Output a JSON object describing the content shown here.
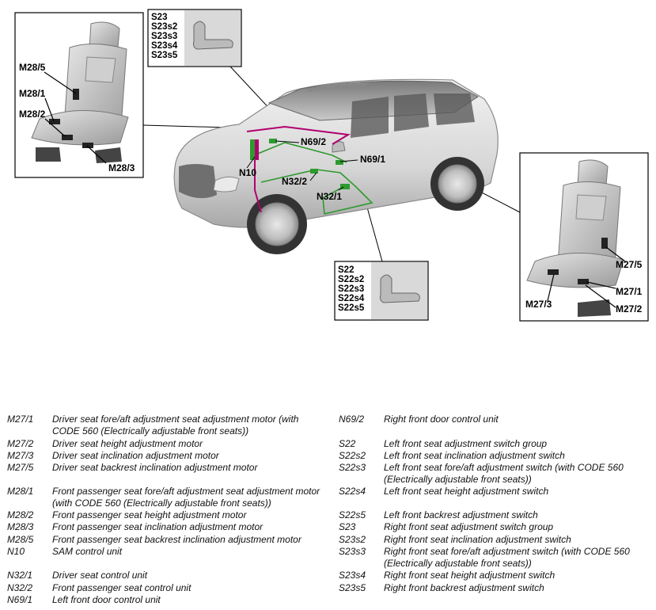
{
  "diagram": {
    "top_left_labels": [
      "M28/5",
      "M28/1",
      "M28/2",
      "M28/3"
    ],
    "top_switch_labels": [
      "S23",
      "S23s2",
      "S23s3",
      "S23s4",
      "S23s5"
    ],
    "car_labels": [
      "N69/2",
      "N69/1",
      "N10",
      "N32/2",
      "N32/1"
    ],
    "bottom_switch_labels": [
      "S22",
      "S22s2",
      "S22s3",
      "S22s4",
      "S22s5"
    ],
    "right_labels": [
      "M27/5",
      "M27/1",
      "M27/3",
      "M27/2"
    ]
  },
  "legend": {
    "left": [
      {
        "code": "M27/1",
        "desc": "Driver seat fore/aft adjustment seat adjustment motor (with CODE 560 (Electrically adjustable front seats))"
      },
      {
        "code": "M27/2",
        "desc": "Driver seat height adjustment motor"
      },
      {
        "code": "M27/3",
        "desc": "Driver seat inclination adjustment motor"
      },
      {
        "code": "M27/5",
        "desc": "Driver seat backrest inclination adjustment motor"
      },
      {
        "code": "M28/1",
        "desc": "Front passenger seat fore/aft adjustment seat adjustment motor (with CODE 560 (Electrically adjustable front seats))"
      },
      {
        "code": "M28/2",
        "desc": "Front passenger seat height adjustment motor"
      },
      {
        "code": "M28/3",
        "desc": "Front passenger seat inclination adjustment motor"
      },
      {
        "code": "M28/5",
        "desc": "Front passenger seat backrest inclination adjustment motor"
      },
      {
        "code": "N10",
        "desc": "SAM control unit"
      },
      {
        "code": "N32/1",
        "desc": "Driver seat control unit"
      },
      {
        "code": "N32/2",
        "desc": "Front passenger seat control unit"
      },
      {
        "code": "N69/1",
        "desc": "Left front door control unit"
      }
    ],
    "right": [
      {
        "code": "N69/2",
        "desc": "Right front door control unit"
      },
      {
        "code": "S22",
        "desc": "Left front seat adjustment switch group"
      },
      {
        "code": "S22s2",
        "desc": "Left front seat inclination adjustment switch"
      },
      {
        "code": "S22s3",
        "desc": "Left front seat fore/aft adjustment switch (with CODE 560 (Electrically adjustable front seats))"
      },
      {
        "code": "S22s4",
        "desc": "Left front seat height adjustment switch"
      },
      {
        "code": "S22s5",
        "desc": "Left front backrest adjustment switch"
      },
      {
        "code": "S23",
        "desc": "Right front seat adjustment switch group"
      },
      {
        "code": "S23s2",
        "desc": "Right front seat inclination adjustment switch"
      },
      {
        "code": "S23s3",
        "desc": "Right front seat fore/aft adjustment switch (with CODE 560 (Electrically adjustable front seats))"
      },
      {
        "code": "S23s4",
        "desc": "Right front seat height adjustment switch"
      },
      {
        "code": "S23s5",
        "desc": "Right front backrest adjustment switch"
      }
    ]
  }
}
